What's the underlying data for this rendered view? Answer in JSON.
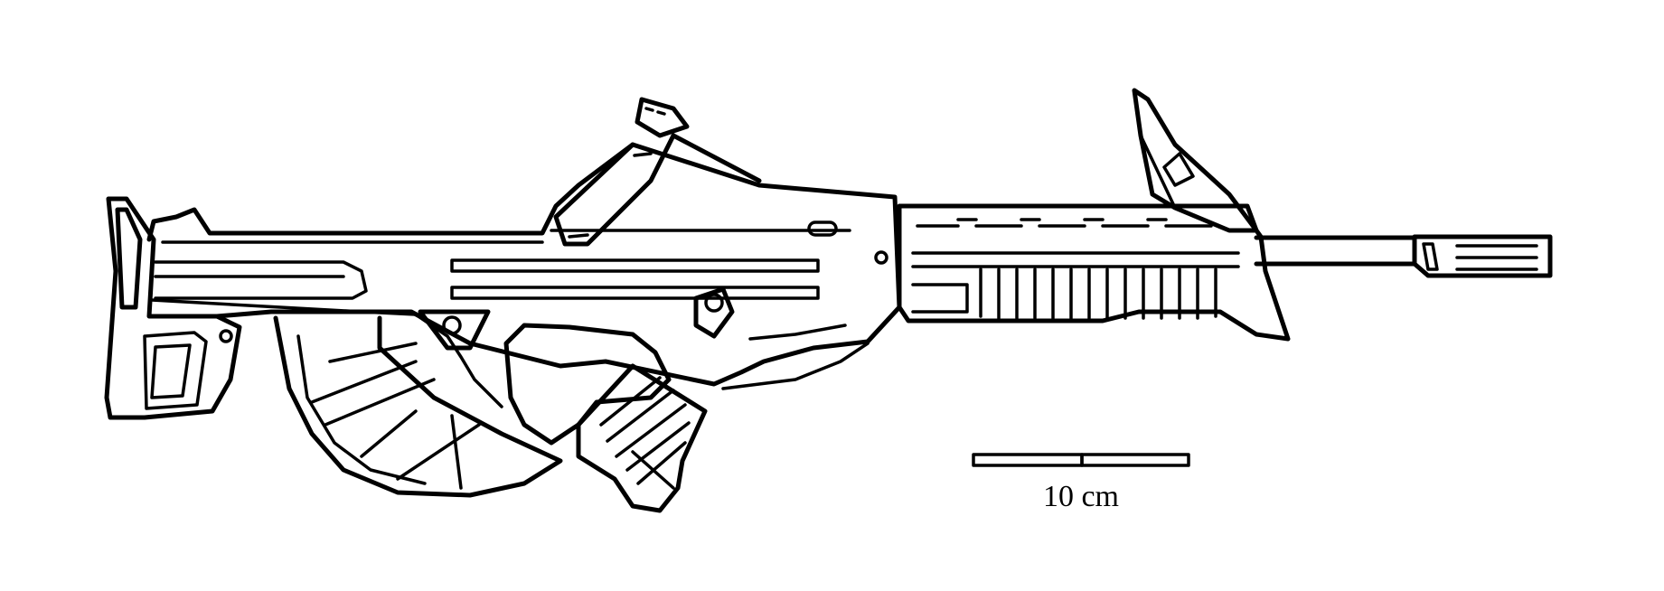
{
  "figure": {
    "subject": "bullpup-rifle-line-drawing",
    "ink_color": "#000000",
    "background_color": "#ffffff"
  },
  "scale_bar": {
    "label": "10 cm",
    "length_value": 10,
    "unit": "cm",
    "segments": 2
  }
}
